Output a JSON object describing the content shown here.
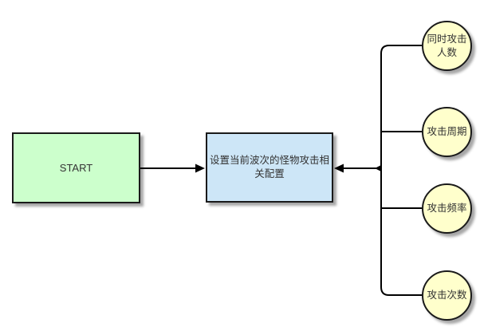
{
  "colors": {
    "background": "#ffffff",
    "start_fill": "#ccffcc",
    "config_fill": "#cde6f7",
    "param_fill": "#ffffcc",
    "stroke": "#1a1a1a",
    "connector": "#000000",
    "text": "#333333"
  },
  "nodes": {
    "start": {
      "label": "START"
    },
    "config": {
      "label": "设置当前波次的怪物攻击相关配置"
    },
    "params": [
      {
        "label": "同时攻击人数"
      },
      {
        "label": "攻击周期"
      },
      {
        "label": "攻击频率"
      },
      {
        "label": "攻击次数"
      }
    ]
  }
}
